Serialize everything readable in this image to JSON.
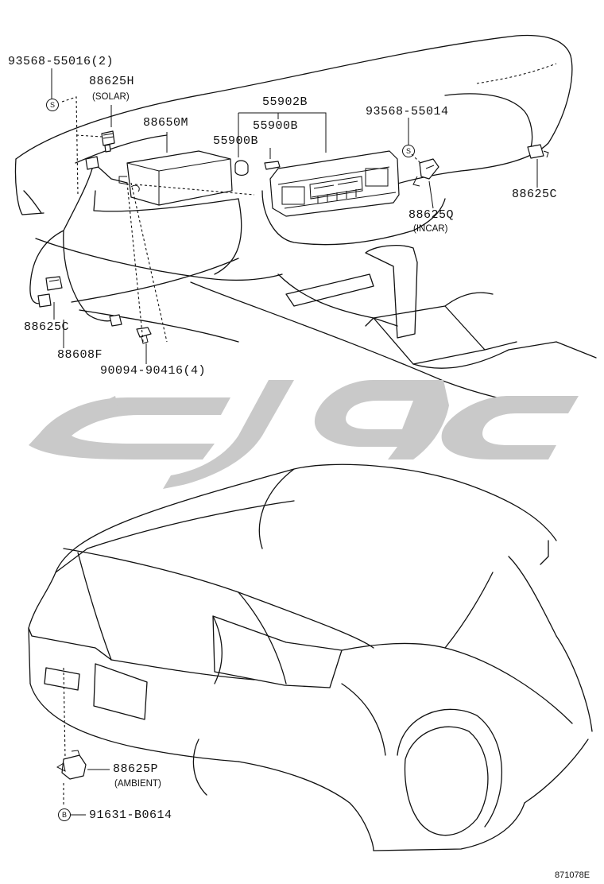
{
  "labels": {
    "screw_top_left": "93568-55016(2)",
    "solar_sensor": "88625H",
    "solar_note": "(SOLAR)",
    "amplifier": "88650M",
    "panel": "55902B",
    "knob_right": "55900B",
    "knob_left": "55900B",
    "screw_top_right": "93568-55014",
    "incar_sensor": "88625Q",
    "incar_note": "(INCAR)",
    "clip_right": "88625C",
    "clip_left": "88625C",
    "wire": "88608F",
    "bolt": "90094-90416(4)",
    "ambient_sensor": "88625P",
    "ambient_note": "(AMBIENT)",
    "screw_bottom": "91631-B0614"
  },
  "markers": {
    "s_left": "S",
    "s_right": "S",
    "b_bottom": "B"
  },
  "footer": {
    "diagram_code": "871078E"
  },
  "colors": {
    "line": "#111111",
    "watermark": "#c9c9c9",
    "background": "#ffffff"
  }
}
